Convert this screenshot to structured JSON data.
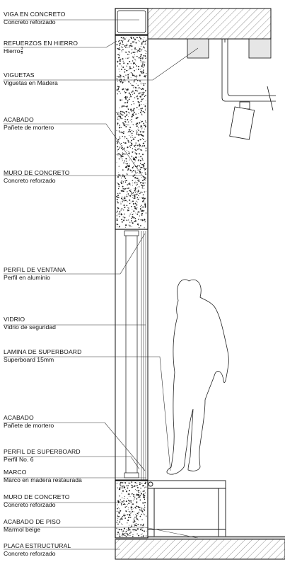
{
  "labels": [
    {
      "id": "viga",
      "title": "VIGA EN CONCRETO",
      "sub": "Concreto reforzado"
    },
    {
      "id": "refuerzos",
      "title": "REFUERZOS EN HIERRO",
      "sub": "Hierro",
      "frac_num": "3",
      "frac_den": "8"
    },
    {
      "id": "viguetas",
      "title": "VIGUETAS",
      "sub": "Viguetas en Madera"
    },
    {
      "id": "acabado1",
      "title": "ACABADO",
      "sub": "Pañete de mortero"
    },
    {
      "id": "muro1",
      "title": "MURO DE CONCRETO",
      "sub": "Concreto reforzado"
    },
    {
      "id": "perfil-ventana",
      "title": "PERFIL DE VENTANA",
      "sub": "Perfil en aluminio"
    },
    {
      "id": "vidrio",
      "title": "VIDRIO",
      "sub": "Vidrio de seguridad"
    },
    {
      "id": "lamina",
      "title": "LAMINA DE SUPERBOARD",
      "sub": "Superboard 15mm"
    },
    {
      "id": "acabado2",
      "title": "ACABADO",
      "sub": "Pañete de mortero"
    },
    {
      "id": "perfil-superboard",
      "title": "PERFIL DE SUPERBOARD",
      "sub": "Perfil No. 6"
    },
    {
      "id": "marco",
      "title": "MARCO",
      "sub": "Marco en madera restaurada"
    },
    {
      "id": "muro2",
      "title": "MURO DE CONCRETO",
      "sub": "Concreto reforzado"
    },
    {
      "id": "acabado-piso",
      "title": "ACABADO DE PISO",
      "sub": "Marmol beige"
    },
    {
      "id": "placa",
      "title": "PLACA ESTRUCTURAL",
      "sub": "Concreto reforzado"
    }
  ]
}
